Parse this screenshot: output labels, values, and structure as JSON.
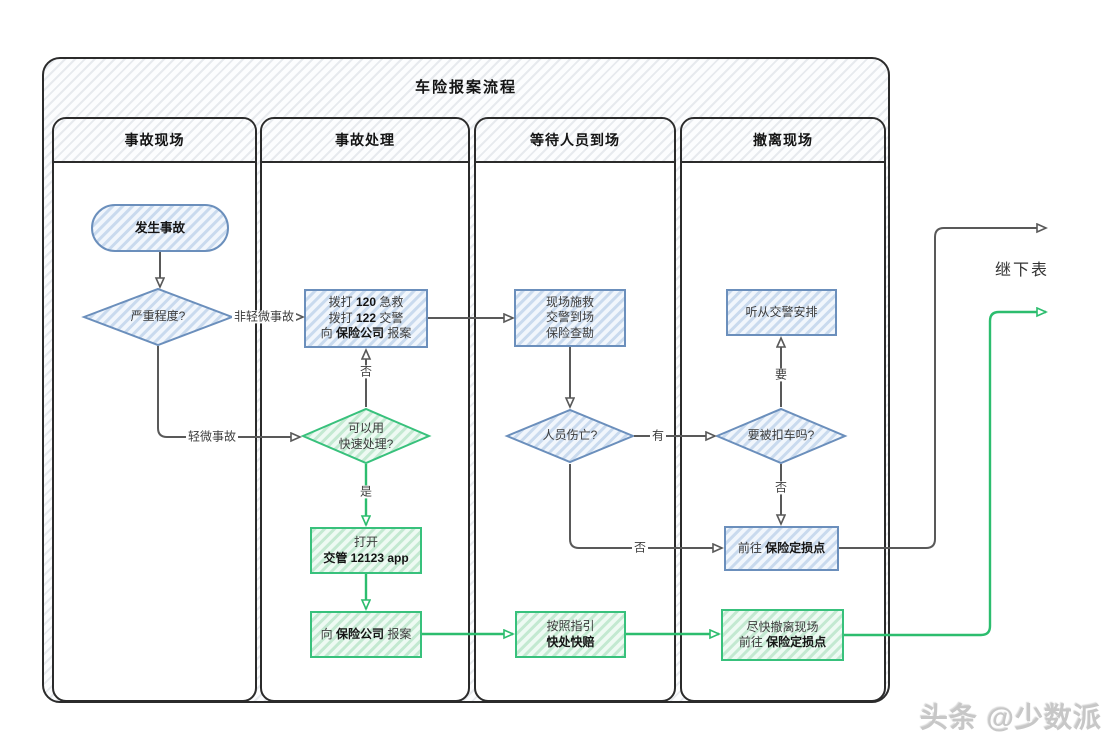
{
  "title": "车险报案流程",
  "lanes": [
    "事故现场",
    "事故处理",
    "等待人员到场",
    "撤离现场"
  ],
  "nodes": {
    "start": {
      "lines": [
        [
          {
            "t": "发生事故",
            "b": true
          }
        ]
      ]
    },
    "severity": {
      "lines": [
        [
          {
            "t": "严重程度?"
          }
        ]
      ]
    },
    "call": {
      "lines": [
        [
          {
            "t": "拨打 "
          },
          {
            "t": "120",
            "b": true
          },
          {
            "t": " 急救"
          }
        ],
        [
          {
            "t": "拨打 "
          },
          {
            "t": "122",
            "b": true
          },
          {
            "t": " 交警"
          }
        ],
        [
          {
            "t": "向 "
          },
          {
            "t": "保险公司",
            "b": true
          },
          {
            "t": " 报案"
          }
        ]
      ]
    },
    "quick": {
      "lines": [
        [
          {
            "t": "可以用"
          }
        ],
        [
          {
            "t": "快速处理?"
          }
        ]
      ]
    },
    "app": {
      "lines": [
        [
          {
            "t": "打开"
          }
        ],
        [
          {
            "t": "交管 12123 app",
            "b": true
          }
        ]
      ]
    },
    "report": {
      "lines": [
        [
          {
            "t": "向 "
          },
          {
            "t": "保险公司",
            "b": true
          },
          {
            "t": " 报案"
          }
        ]
      ]
    },
    "scene": {
      "lines": [
        [
          {
            "t": "现场施救"
          }
        ],
        [
          {
            "t": "交警到场"
          }
        ],
        [
          {
            "t": "保险查勘"
          }
        ]
      ]
    },
    "casualty": {
      "lines": [
        [
          {
            "t": "人员伤亡?"
          }
        ]
      ]
    },
    "guide": {
      "lines": [
        [
          {
            "t": "按照指引"
          }
        ],
        [
          {
            "t": "快处快赔",
            "b": true
          }
        ]
      ]
    },
    "listen": {
      "lines": [
        [
          {
            "t": "听从交警安排"
          }
        ]
      ]
    },
    "impound": {
      "lines": [
        [
          {
            "t": "要被扣车吗?"
          }
        ]
      ]
    },
    "goto_loss": {
      "lines": [
        [
          {
            "t": "前往 "
          },
          {
            "t": "保险定损点",
            "b": true
          }
        ]
      ]
    },
    "leave": {
      "lines": [
        [
          {
            "t": "尽快撤离现场"
          }
        ],
        [
          {
            "t": "前往 "
          },
          {
            "t": "保险定损点",
            "b": true
          }
        ]
      ]
    }
  },
  "labels": {
    "not_minor": "非轻微事故",
    "minor": "轻微事故",
    "no_quick": "否",
    "yes_quick": "是",
    "has_casualty": "有",
    "no_casualty": "否",
    "need_impound": "要",
    "no_impound": "否"
  },
  "annotations": {
    "continue_label": "继下表",
    "watermark": "头条 @少数派"
  },
  "colors": {
    "blue_border": "#6b8fbc",
    "green_border": "#38c17c",
    "gray_line": "#595959",
    "green_line": "#2cbd6e",
    "blue_fill_bg": "#f1f6fc",
    "blue_fill_stripe": "#c9daee",
    "green_fill_bg": "#eefaf3",
    "green_fill_stripe": "#c3e9d1",
    "hatch_stripe": "#e7eaee",
    "lane_border": "#2b2b2b",
    "text": "#3d3d3d",
    "watermark": "#c7c7c7"
  }
}
